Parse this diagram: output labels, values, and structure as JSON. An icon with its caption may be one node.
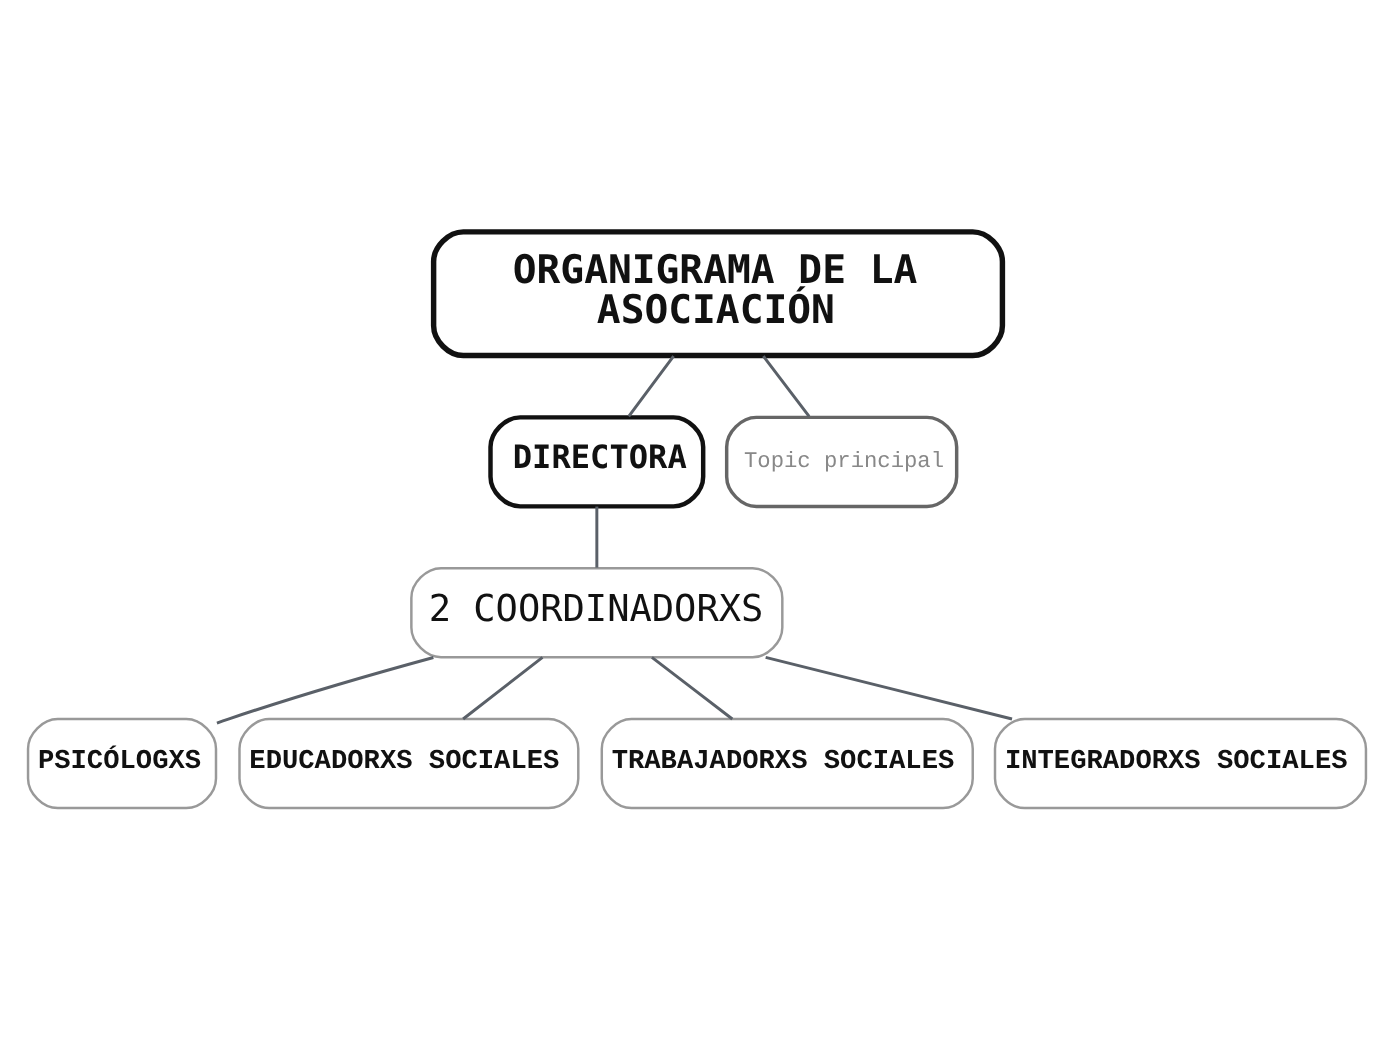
{
  "diagram": {
    "nodes": [
      {
        "text": [
          "ORGANIGRAMA DE LA ASOCIACIÓN"
        ]
      },
      {
        "text": [
          "DIRECTORA"
        ]
      },
      {
        "text": [
          "Topic principal"
        ]
      },
      {
        "text": [
          "2 COORDINADORXS"
        ]
      },
      {
        "text": [
          "PSICÓLOGXS"
        ]
      },
      {
        "text": [
          "EDUCADORXS SOCIALES"
        ]
      },
      {
        "text": [
          "TRABAJADORXS SOCIALES"
        ]
      },
      {
        "text": [
          "INTEGRADORXS SOCIALES"
        ]
      }
    ],
    "edges": [
      {
        "from": 0,
        "to": 1,
        "arrow": "none"
      },
      {
        "from": 0,
        "to": 2,
        "arrow": "none"
      },
      {
        "from": 1,
        "to": 3,
        "arrow": "none"
      },
      {
        "from": 3,
        "to": 4,
        "arrow": "none"
      },
      {
        "from": 3,
        "to": 5,
        "arrow": "none"
      },
      {
        "from": 3,
        "to": 6,
        "arrow": "none"
      },
      {
        "from": 3,
        "to": 7,
        "arrow": "none"
      }
    ]
  }
}
